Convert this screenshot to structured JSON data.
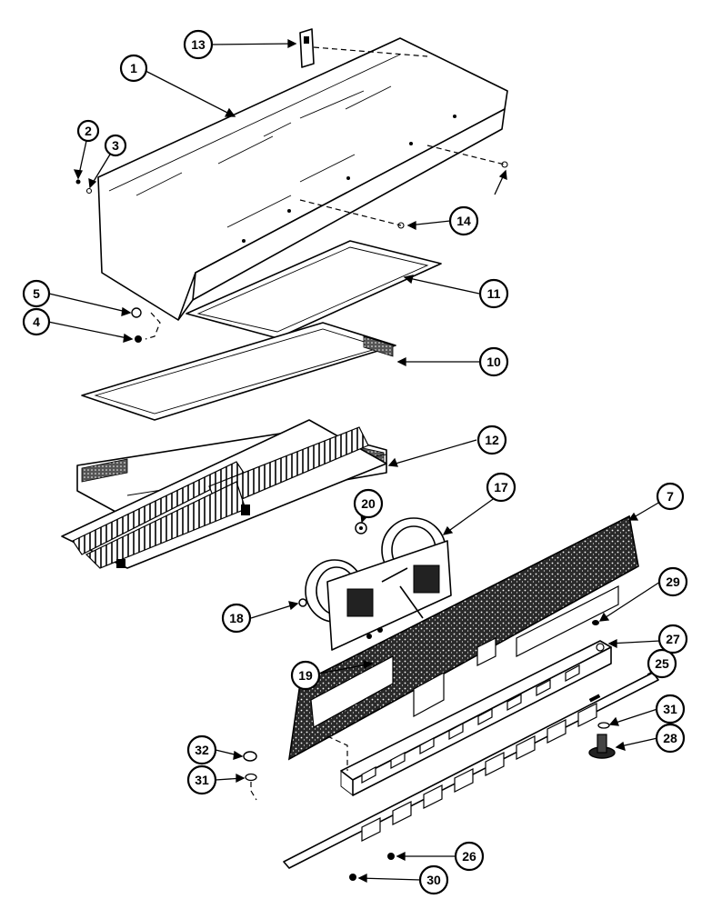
{
  "diagram": {
    "callouts": [
      {
        "id": "c1",
        "label": "1"
      },
      {
        "id": "c2",
        "label": "2"
      },
      {
        "id": "c3",
        "label": "3"
      },
      {
        "id": "c4",
        "label": "4"
      },
      {
        "id": "c5",
        "label": "5"
      },
      {
        "id": "c7",
        "label": "7"
      },
      {
        "id": "c10",
        "label": "10"
      },
      {
        "id": "c11",
        "label": "11"
      },
      {
        "id": "c12",
        "label": "12"
      },
      {
        "id": "c13",
        "label": "13"
      },
      {
        "id": "c14",
        "label": "14"
      },
      {
        "id": "c17",
        "label": "17"
      },
      {
        "id": "c18",
        "label": "18"
      },
      {
        "id": "c19",
        "label": "19"
      },
      {
        "id": "c20",
        "label": "20"
      },
      {
        "id": "c25",
        "label": "25"
      },
      {
        "id": "c26",
        "label": "26"
      },
      {
        "id": "c27",
        "label": "27"
      },
      {
        "id": "c28",
        "label": "28"
      },
      {
        "id": "c29",
        "label": "29"
      },
      {
        "id": "c30",
        "label": "30"
      },
      {
        "id": "c31a",
        "label": "31"
      },
      {
        "id": "c31b",
        "label": "31"
      },
      {
        "id": "c32",
        "label": "32"
      }
    ]
  }
}
